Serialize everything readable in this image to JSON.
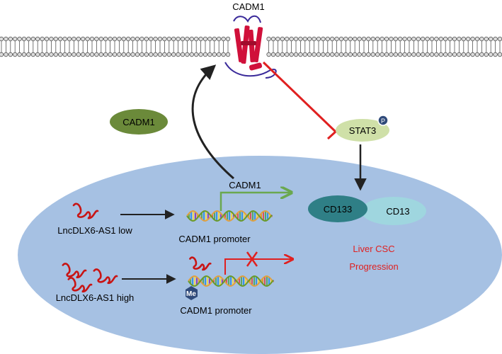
{
  "labels": {
    "receptor_top": "CADM1",
    "cytoplasm_cadm1": "CADM1",
    "stat3": "STAT3",
    "phospho": "P",
    "gene_cadm1": "CADM1",
    "cd133": "CD133",
    "cd13": "CD13",
    "lnc_low": "LncDLX6-AS1 low",
    "lnc_high": "LncDLX6-AS1 high",
    "promoter_top": "CADM1 promoter",
    "promoter_bottom": "CADM1 promoter",
    "methyl": "Me",
    "outcome_line1": "Liver CSC",
    "outcome_line2": "Progression"
  },
  "colors": {
    "nucleus": "#a6c1e3",
    "membrane_head": "#dcdcdc",
    "membrane_outline": "#555555",
    "receptor": "#d0103a",
    "receptor_loop": "#3a2a9a",
    "cadm1_oval": "#6b8a3a",
    "stat3_oval": "#cfe0a8",
    "cd133_oval": "#2f7f86",
    "cd13_oval": "#9fd6df",
    "inhibition": "#e02020",
    "activation": "#222222",
    "green_arrow": "#6aa84f",
    "red_text": "#e02020",
    "rna": "#c81414",
    "methyl_hex": "#2f4a7a"
  }
}
